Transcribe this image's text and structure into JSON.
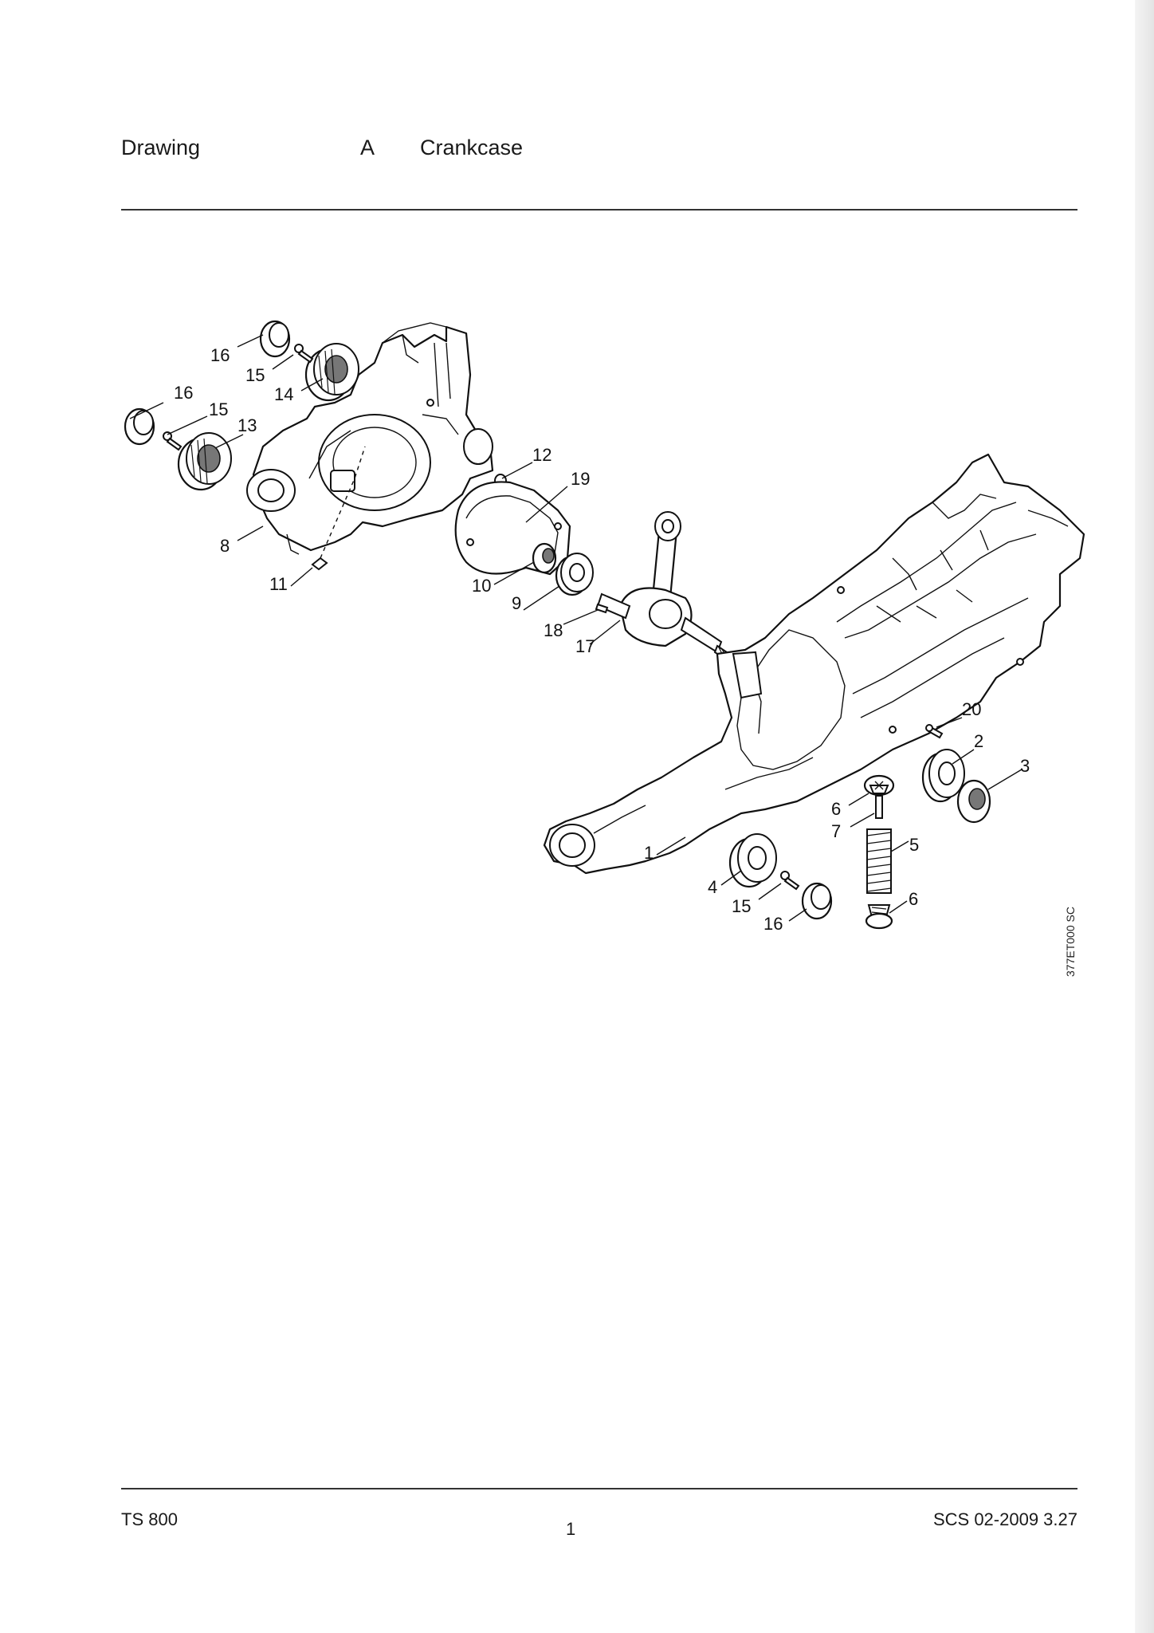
{
  "header": {
    "label": "Drawing",
    "letter": "A",
    "title": "Crankcase"
  },
  "drawing": {
    "code": "377ET000 SC",
    "callouts": [
      "16",
      "15",
      "14",
      "16",
      "15",
      "13",
      "12",
      "19",
      "8",
      "11",
      "10",
      "9",
      "18",
      "17",
      "20",
      "2",
      "3",
      "6",
      "7",
      "5",
      "1",
      "4",
      "15",
      "16",
      "6"
    ]
  },
  "footer": {
    "model": "TS 800",
    "page": "1",
    "ref": "SCS 02-2009 3.27"
  }
}
